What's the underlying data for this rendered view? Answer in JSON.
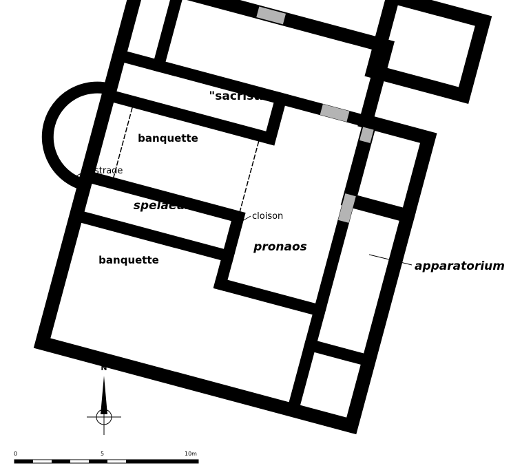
{
  "labels": {
    "sacristie": "\"sacristie\"",
    "banquette_top": "banquette",
    "banquette_bottom": "banquette",
    "estrade": "estrade",
    "spelaeum": "spelaeum",
    "cloison": "cloison",
    "pronaos": "pronaos",
    "apparatorium": "apparatorium"
  },
  "north": {
    "label": "N"
  },
  "scale": {
    "ticks": [
      "0",
      "5",
      "10m"
    ]
  },
  "colors": {
    "wall": "#000000",
    "opening": "#b4b4b4",
    "background": "#ffffff"
  }
}
